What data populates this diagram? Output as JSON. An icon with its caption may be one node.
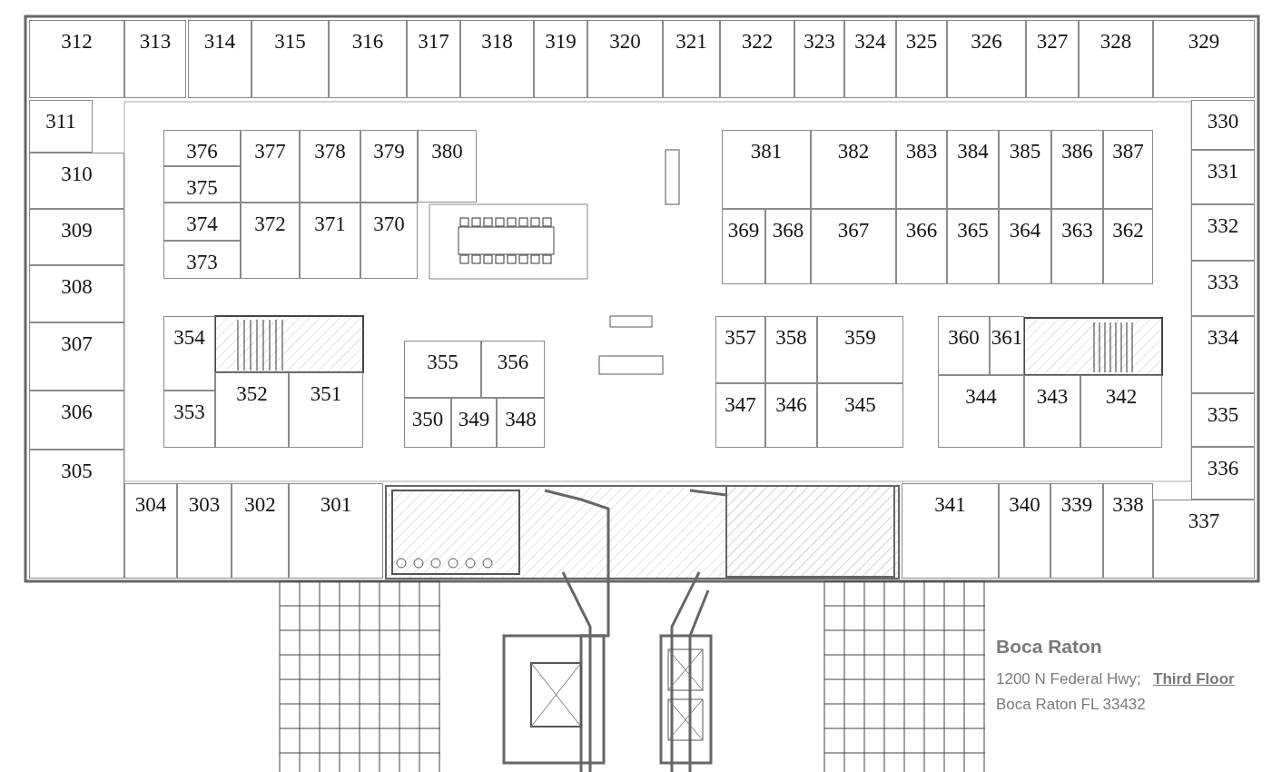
{
  "diagram": {
    "title": "Boca Raton",
    "nodes": [
      {
        "text": [
          "312"
        ]
      },
      {
        "text": [
          "313"
        ]
      },
      {
        "text": [
          "314"
        ]
      },
      {
        "text": [
          "315"
        ]
      },
      {
        "text": [
          "316"
        ]
      },
      {
        "text": [
          "317"
        ]
      },
      {
        "text": [
          "318"
        ]
      },
      {
        "text": [
          "319"
        ]
      },
      {
        "text": [
          "320"
        ]
      },
      {
        "text": [
          "321"
        ]
      },
      {
        "text": [
          "322"
        ]
      },
      {
        "text": [
          "323"
        ]
      },
      {
        "text": [
          "324"
        ]
      },
      {
        "text": [
          "325"
        ]
      },
      {
        "text": [
          "326"
        ]
      },
      {
        "text": [
          "327"
        ]
      },
      {
        "text": [
          "328"
        ]
      },
      {
        "text": [
          "329"
        ]
      },
      {
        "text": [
          "311"
        ]
      },
      {
        "text": [
          "330"
        ]
      },
      {
        "text": [
          "376"
        ]
      },
      {
        "text": [
          "377"
        ]
      },
      {
        "text": [
          "378"
        ]
      },
      {
        "text": [
          "379"
        ]
      },
      {
        "text": [
          "380"
        ]
      },
      {
        "text": [
          "381"
        ]
      },
      {
        "text": [
          "382"
        ]
      },
      {
        "text": [
          "383"
        ]
      },
      {
        "text": [
          "384"
        ]
      },
      {
        "text": [
          "385"
        ]
      },
      {
        "text": [
          "386"
        ]
      },
      {
        "text": [
          "387"
        ]
      },
      {
        "text": [
          "310"
        ]
      },
      {
        "text": [
          "331"
        ]
      },
      {
        "text": [
          "375"
        ]
      },
      {
        "text": [
          "309"
        ]
      },
      {
        "text": [
          "374"
        ]
      },
      {
        "text": [
          "372"
        ]
      },
      {
        "text": [
          "371"
        ]
      },
      {
        "text": [
          "370"
        ]
      },
      {
        "text": [
          "369"
        ]
      },
      {
        "text": [
          "368"
        ]
      },
      {
        "text": [
          "367"
        ]
      },
      {
        "text": [
          "366"
        ]
      },
      {
        "text": [
          "365"
        ]
      },
      {
        "text": [
          "364"
        ]
      },
      {
        "text": [
          "363"
        ]
      },
      {
        "text": [
          "362"
        ]
      },
      {
        "text": [
          "332"
        ]
      },
      {
        "text": [
          "373"
        ]
      },
      {
        "text": [
          "308"
        ]
      },
      {
        "text": [
          "333"
        ]
      },
      {
        "text": [
          "307"
        ]
      },
      {
        "text": [
          "354"
        ]
      },
      {
        "text": [
          "357"
        ]
      },
      {
        "text": [
          "358"
        ]
      },
      {
        "text": [
          "359"
        ]
      },
      {
        "text": [
          "360"
        ]
      },
      {
        "text": [
          "361"
        ]
      },
      {
        "text": [
          "334"
        ]
      },
      {
        "text": [
          "355"
        ]
      },
      {
        "text": [
          "356"
        ]
      },
      {
        "text": [
          "306"
        ]
      },
      {
        "text": [
          "353"
        ]
      },
      {
        "text": [
          "352"
        ]
      },
      {
        "text": [
          "351"
        ]
      },
      {
        "text": [
          "350"
        ]
      },
      {
        "text": [
          "349"
        ]
      },
      {
        "text": [
          "348"
        ]
      },
      {
        "text": [
          "347"
        ]
      },
      {
        "text": [
          "346"
        ]
      },
      {
        "text": [
          "345"
        ]
      },
      {
        "text": [
          "344"
        ]
      },
      {
        "text": [
          "343"
        ]
      },
      {
        "text": [
          "342"
        ]
      },
      {
        "text": [
          "335"
        ]
      },
      {
        "text": [
          "336"
        ]
      },
      {
        "text": [
          "305"
        ]
      },
      {
        "text": [
          "304"
        ]
      },
      {
        "text": [
          "303"
        ]
      },
      {
        "text": [
          "302"
        ]
      },
      {
        "text": [
          "301"
        ]
      },
      {
        "text": [
          "341"
        ]
      },
      {
        "text": [
          "340"
        ]
      },
      {
        "text": [
          "339"
        ]
      },
      {
        "text": [
          "338"
        ]
      },
      {
        "text": [
          "337"
        ]
      }
    ],
    "labels": [
      "1200 N Federal Hwy;",
      "Third Floor",
      "Boca Raton FL 33432"
    ]
  }
}
